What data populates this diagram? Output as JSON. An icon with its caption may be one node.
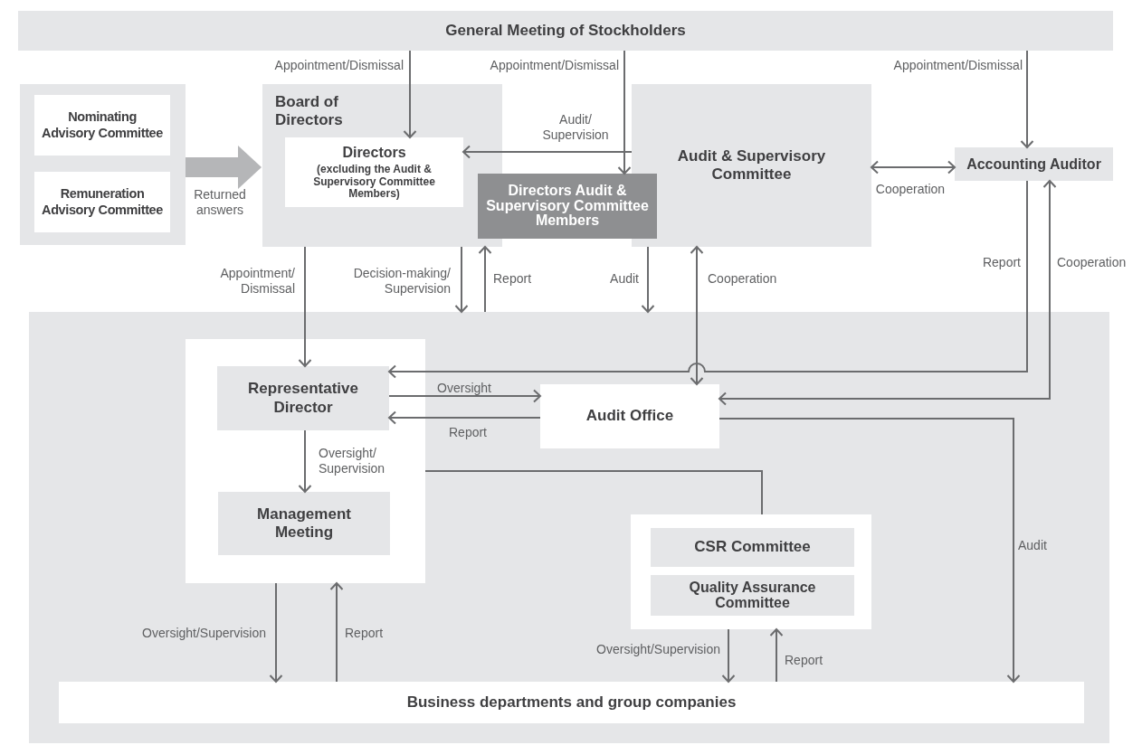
{
  "diagram": {
    "nodes": [
      {
        "text": [
          "General Meeting of Stockholders"
        ]
      },
      {
        "text": [],
        "shape": "box"
      },
      {
        "text": [
          "Nominating Advisory Committee"
        ],
        "in": 1
      },
      {
        "text": [
          "Remuneration Advisory Committee"
        ],
        "in": 1
      },
      {
        "text": [
          "Board of Directors"
        ]
      },
      {
        "text": [
          "Directors",
          "(excluding the Audit & Supervisory Committee Members)"
        ],
        "in": 4
      },
      {
        "text": [
          "Directors Audit & Supervisory Committee Members"
        ]
      },
      {
        "text": [
          "Audit & Supervisory Committee"
        ]
      },
      {
        "text": [
          "Accounting Auditor"
        ]
      },
      {
        "text": [],
        "shape": "box"
      },
      {
        "text": [],
        "shape": "box",
        "in": 9
      },
      {
        "text": [
          "Representative Director"
        ],
        "in": 10
      },
      {
        "text": [
          "Management Meeting"
        ],
        "in": 10
      },
      {
        "text": [
          "Audit Office"
        ],
        "in": 9
      },
      {
        "text": [],
        "shape": "box",
        "in": 9
      },
      {
        "text": [
          "CSR Committee"
        ],
        "in": 14
      },
      {
        "text": [
          "Quality Assurance Committee"
        ],
        "in": 14
      },
      {
        "text": [
          "Business departments and group companies"
        ],
        "in": 9
      }
    ],
    "edges": [
      {
        "from": 0,
        "to": 5,
        "arrow": "to",
        "label": "Appointment/Dismissal"
      },
      {
        "from": 0,
        "to": 6,
        "arrow": "to",
        "label": "Appointment/Dismissal"
      },
      {
        "from": 0,
        "to": 8,
        "arrow": "to",
        "label": "Appointment/Dismissal"
      },
      {
        "from": 1,
        "to": 4,
        "arrow": "to",
        "label": "Returned answers",
        "style": "thick",
        "color": "#b5b6b8"
      },
      {
        "from": 7,
        "to": 5,
        "arrow": "to",
        "label": "Audit/ Supervision"
      },
      {
        "from": 7,
        "to": 8,
        "arrow": "both",
        "label": "Cooperation"
      },
      {
        "from": 4,
        "to": 11,
        "arrow": "to",
        "label": "Appointment/ Dismissal"
      },
      {
        "from": 4,
        "to": 9,
        "arrow": "to",
        "label": "Decision-making/ Supervision"
      },
      {
        "from": 9,
        "to": 4,
        "arrow": "to",
        "label": "Report"
      },
      {
        "from": 7,
        "to": 9,
        "arrow": "to",
        "label": "Audit"
      },
      {
        "from": 13,
        "to": 7,
        "arrow": "both",
        "label": "Cooperation"
      },
      {
        "from": 8,
        "to": 11,
        "arrow": "to",
        "label": "Report"
      },
      {
        "from": 8,
        "to": 13,
        "arrow": "both",
        "label": "Cooperation"
      },
      {
        "from": 11,
        "to": 13,
        "arrow": "to",
        "label": "Oversight"
      },
      {
        "from": 13,
        "to": 11,
        "arrow": "to",
        "label": "Report"
      },
      {
        "from": 11,
        "to": 12,
        "arrow": "to",
        "label": "Oversight/ Supervision"
      },
      {
        "from": 10,
        "to": 14,
        "arrow": "none"
      },
      {
        "from": 13,
        "to": 17,
        "arrow": "to",
        "label": "Audit"
      },
      {
        "from": 10,
        "to": 17,
        "arrow": "to",
        "label": "Oversight/Supervision"
      },
      {
        "from": 17,
        "to": 10,
        "arrow": "to",
        "label": "Report"
      },
      {
        "from": 14,
        "to": 17,
        "arrow": "to",
        "label": "Oversight/Supervision"
      },
      {
        "from": 17,
        "to": 14,
        "arrow": "to",
        "label": "Report"
      }
    ]
  }
}
